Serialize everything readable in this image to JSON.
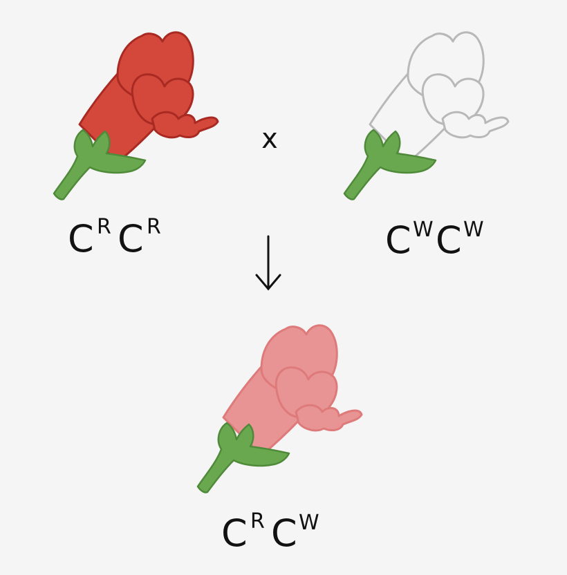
{
  "colors": {
    "background": "#f5f5f5",
    "red_flower_fill": "#d4483b",
    "red_flower_stroke": "#a82a22",
    "white_flower_fill": "#f5f5f5",
    "white_flower_stroke": "#b8b8b8",
    "pink_flower_fill": "#e89494",
    "pink_flower_stroke": "#de7a7a",
    "calyx_fill": "#6aa84f",
    "calyx_stroke": "#4f8a3a"
  },
  "parents": [
    {
      "flower": "red-flower",
      "genotype": {
        "base1": "C",
        "sup1": "R",
        "base2": "C",
        "sup2": "R"
      }
    },
    {
      "flower": "white-flower",
      "genotype": {
        "base1": "C",
        "sup1": "W",
        "base2": "C",
        "sup2": "W"
      }
    }
  ],
  "cross_symbol": "x",
  "offspring": {
    "flower": "pink-flower",
    "genotype": {
      "base1": "C",
      "sup1": "R",
      "base2": "C",
      "sup2": "W"
    }
  }
}
